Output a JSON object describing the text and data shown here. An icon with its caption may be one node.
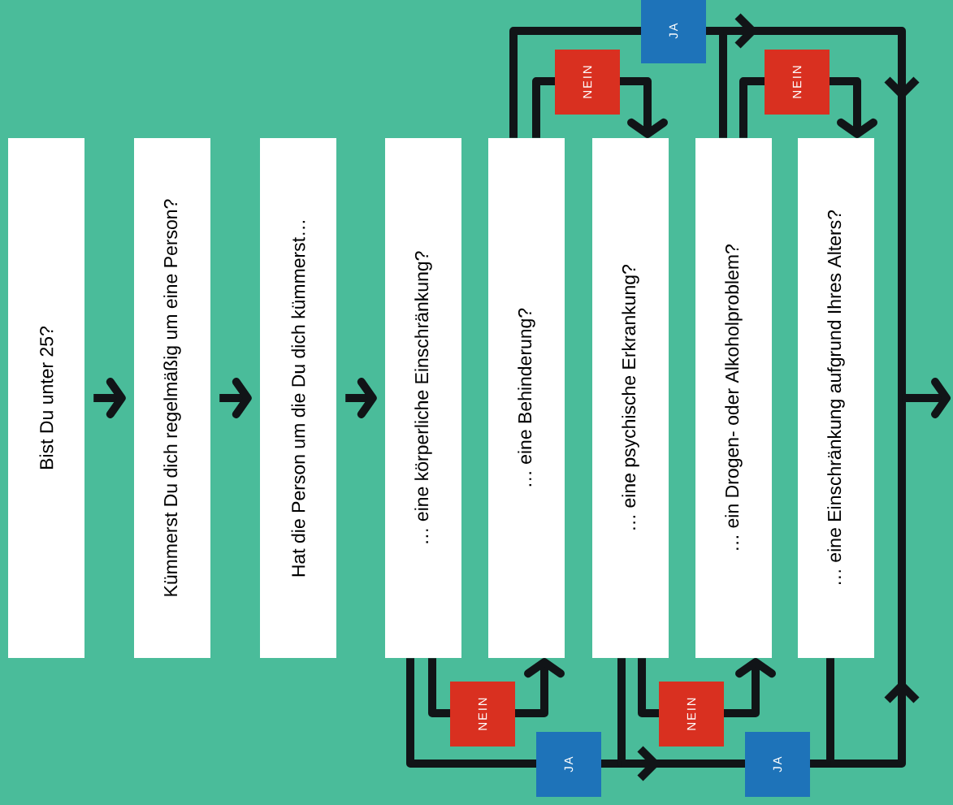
{
  "diagram": {
    "nodes": [
      {
        "text": [
          "Bist Du unter 25?"
        ]
      },
      {
        "text": [
          "Kümmerst Du dich regelmäßig um eine Person?"
        ]
      },
      {
        "text": [
          "Hat die Person um die Du dich kümmerst…"
        ]
      },
      {
        "text": [
          "… eine körperliche Einschränkung?"
        ]
      },
      {
        "text": [
          "… eine Behinderung?"
        ]
      },
      {
        "text": [
          "… eine psychische Erkrankung?"
        ]
      },
      {
        "text": [
          "… ein Drogen- oder Alkoholproblem?"
        ]
      },
      {
        "text": [
          "… eine Einschränkung aufgrund Ihres Alters?"
        ]
      }
    ],
    "edges": [
      {
        "from": 0,
        "to": 1,
        "arrow": "to"
      },
      {
        "from": 1,
        "to": 2,
        "arrow": "to"
      },
      {
        "from": 2,
        "to": 3,
        "arrow": "to"
      },
      {
        "from": 3,
        "to": 4,
        "arrow": "to",
        "label": "NEIN"
      },
      {
        "from": 4,
        "to": 5,
        "arrow": "to",
        "label": "NEIN"
      },
      {
        "from": 5,
        "to": 6,
        "arrow": "to",
        "label": "NEIN"
      },
      {
        "from": 6,
        "to": 7,
        "arrow": "to",
        "label": "NEIN"
      },
      {
        "from": 3,
        "to": null,
        "arrow": "to",
        "label": "JA"
      },
      {
        "from": 4,
        "to": null,
        "arrow": "to",
        "label": "JA"
      },
      {
        "from": 5,
        "to": null,
        "arrow": "to",
        "label": "JA"
      },
      {
        "from": 6,
        "to": null,
        "arrow": "to"
      },
      {
        "from": 7,
        "to": null,
        "arrow": "to"
      }
    ]
  }
}
